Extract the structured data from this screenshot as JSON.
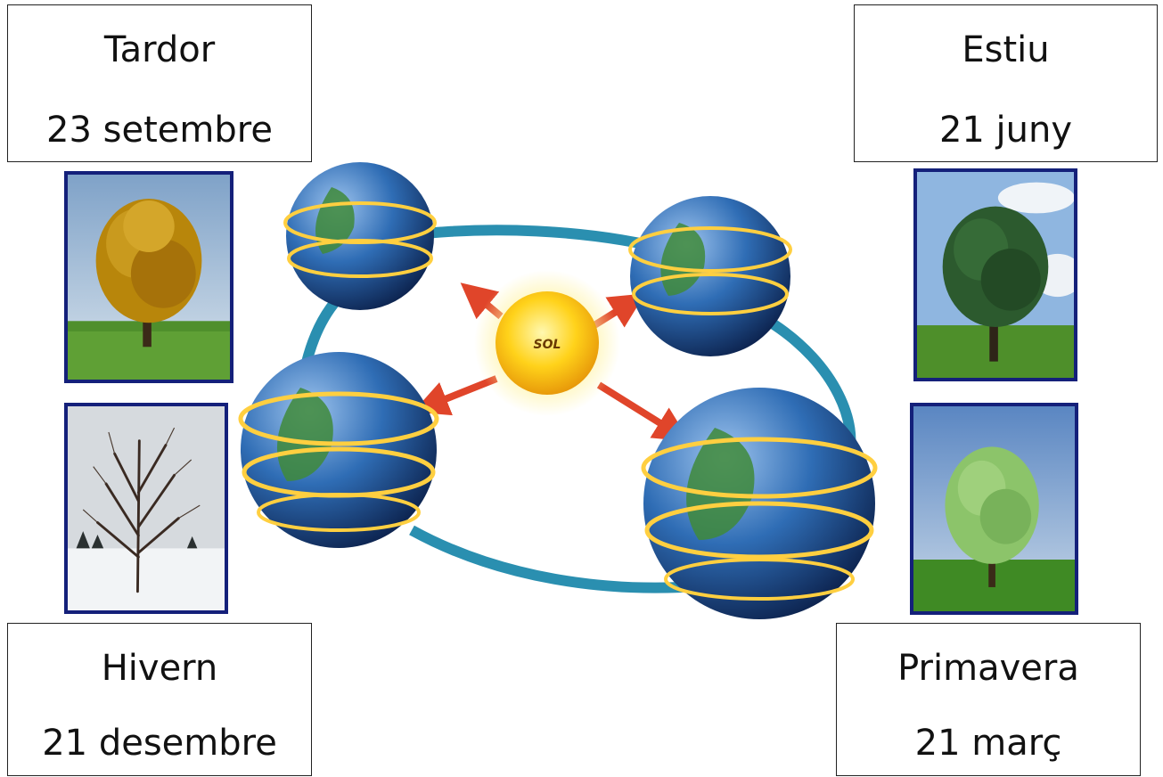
{
  "seasons": {
    "autumn": {
      "name": "Tardor",
      "date": "23 setembre"
    },
    "summer": {
      "name": "Estiu",
      "date": "21 juny"
    },
    "winter": {
      "name": "Hivern",
      "date": "21 desembre"
    },
    "spring": {
      "name": "Primavera",
      "date": "21 març"
    }
  },
  "sun": {
    "label": "SOL"
  },
  "icons": {
    "autumn_photo": "autumn-tree-icon",
    "summer_photo": "summer-tree-icon",
    "winter_photo": "bare-winter-tree-icon",
    "spring_photo": "spring-tree-icon"
  },
  "colors": {
    "frame": "#14207a",
    "orbit": "#2a8fb0",
    "arrow": "#e0452a",
    "sun": "#ffd21a",
    "globe": "#2f6db5"
  }
}
